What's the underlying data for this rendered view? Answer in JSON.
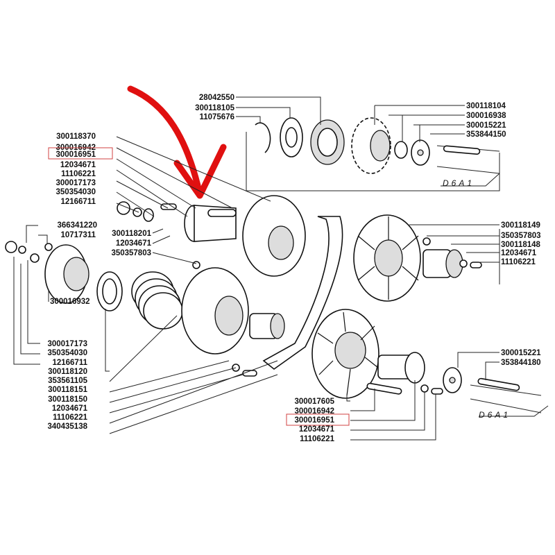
{
  "diagram": {
    "highlight_color": "#d04040",
    "arrow_color": "#e01010",
    "top_labels": [
      "28042550",
      "300118105",
      "11075676"
    ],
    "top_right_labels": [
      "300118104",
      "300016938",
      "300015221",
      "353844150"
    ],
    "top_ref": "D6A1",
    "left_top_labels": [
      "300118370",
      "300016942",
      "300016951",
      "12034671",
      "11106221",
      "300017173",
      "350354030",
      "12166711"
    ],
    "left_mid_labels": [
      "366341220",
      "10717311"
    ],
    "center_labels": [
      "300118201",
      "12034671",
      "350357803"
    ],
    "left_label_under_drum": "300016932",
    "left_bottom_labels": [
      "300017173",
      "350354030",
      "12166711",
      "300118120",
      "353561105",
      "300118151",
      "300118150",
      "12034671",
      "11106221",
      "340435138"
    ],
    "right_labels": [
      "300118149",
      "350357803",
      "300118148",
      "12034671",
      "11106221"
    ],
    "right_bottom_labels": [
      "300015221",
      "353844180"
    ],
    "bottom_labels": [
      "300017605",
      "300016942",
      "300016951",
      "12034671",
      "11106221"
    ],
    "bottom_ref": "D6A1"
  }
}
